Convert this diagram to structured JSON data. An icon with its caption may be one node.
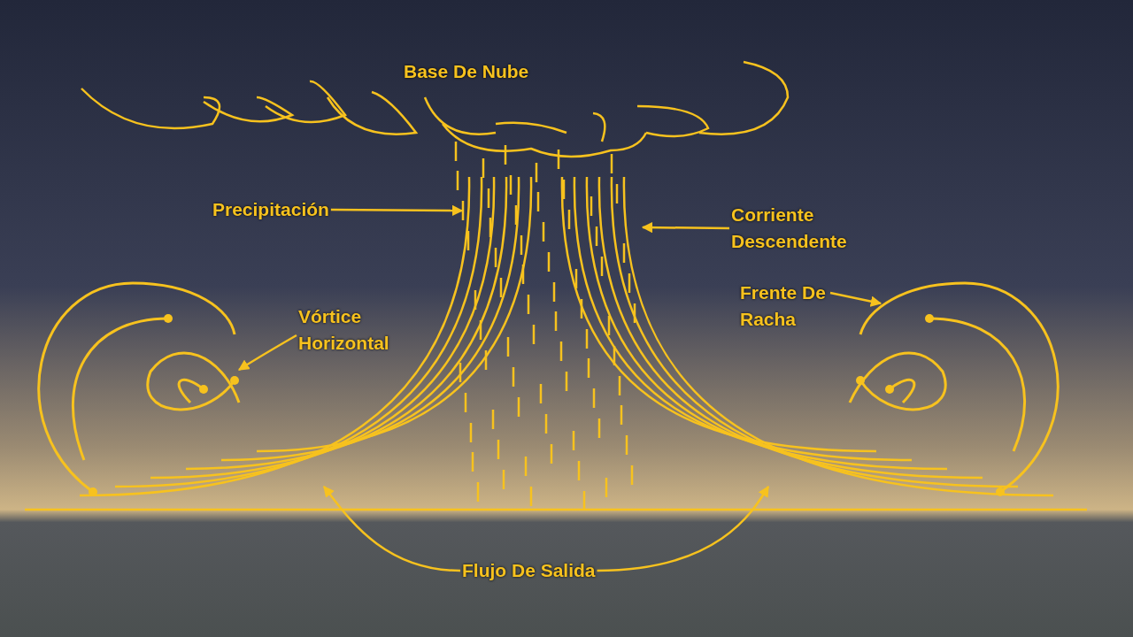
{
  "diagram": {
    "nodes": [
      {
        "text": [
          "Precipitación"
        ]
      },
      {
        "text": [
          "Corriente Descendente"
        ]
      },
      {
        "text": [
          "Vórtice Horizontal"
        ]
      },
      {
        "text": [
          "Frente De Racha"
        ]
      },
      {
        "text": [
          "Flujo De Salida"
        ]
      }
    ],
    "edges": [
      {
        "from": 0,
        "to": null,
        "arrow": "to"
      },
      {
        "from": 1,
        "to": null,
        "arrow": "to"
      },
      {
        "from": 2,
        "to": null,
        "arrow": "to"
      },
      {
        "from": 3,
        "to": null,
        "arrow": "to"
      },
      {
        "from": 4,
        "to": null,
        "arrow": "to"
      },
      {
        "from": 4,
        "to": null,
        "arrow": "to"
      }
    ],
    "labels": [
      "Base De Nube"
    ]
  }
}
